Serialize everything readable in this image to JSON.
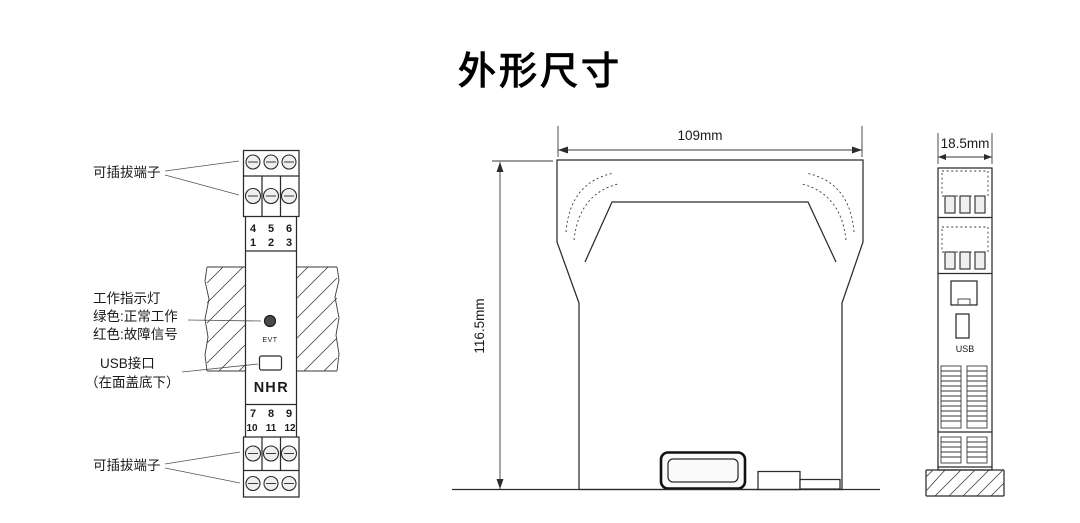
{
  "title": "外形尺寸",
  "front_view": {
    "labels": {
      "top_terminal": "可插拔端子",
      "indicator_line1": "工作指示灯",
      "indicator_line2": "绿色:正常工作",
      "indicator_line3": "红色:故障信号",
      "usb_line1": "USB接口",
      "usb_line2": "（在面盖底下）",
      "bottom_terminal": "可插拔端子"
    },
    "terminal_numbers": {
      "top_row1": [
        "4",
        "5",
        "6"
      ],
      "top_row2": [
        "1",
        "2",
        "3"
      ],
      "bottom_row1": [
        "7",
        "8",
        "9"
      ],
      "bottom_row2": [
        "10",
        "11",
        "12"
      ]
    },
    "led_label": "EVT",
    "logo": {
      "n": "N",
      "h": "H",
      "r": "R"
    }
  },
  "side_view": {
    "width_dim": "109mm",
    "height_dim": "116.5mm"
  },
  "end_view": {
    "width_dim": "18.5mm",
    "usb_label": "USB"
  },
  "colors": {
    "line": "#2b2b2b",
    "red": "#e60012",
    "text": "#1a1a1a"
  }
}
